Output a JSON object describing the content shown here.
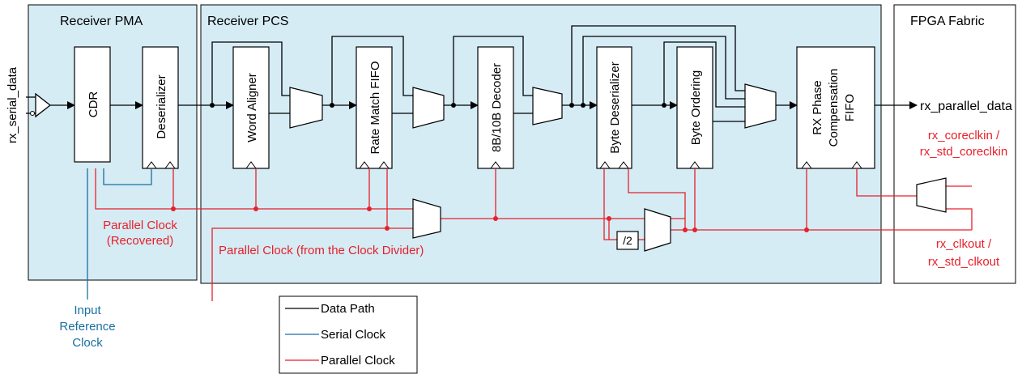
{
  "regions": {
    "pma": "Receiver PMA",
    "pcs": "Receiver PCS",
    "fabric": "FPGA Fabric"
  },
  "blocks": {
    "cdr": "CDR",
    "deserializer": "Deserializer",
    "word_aligner": "Word Aligner",
    "rate_match": "Rate Match FIFO",
    "decoder": "8B/10B Decoder",
    "byte_deserializer": "Byte Deserializer",
    "byte_ordering": "Byte Ordering",
    "rx_phase_l1": "RX Phase",
    "rx_phase_l2": "Compensation",
    "rx_phase_l3": "FIFO",
    "divide_by_two": "/2"
  },
  "signals": {
    "rx_serial_data": "rx_serial_data",
    "rx_parallel_data": "rx_parallel_data",
    "coreclkin_l1": "rx_coreclkin /",
    "coreclkin_l2": "rx_std_coreclkin",
    "clkout_l1": "rx_clkout /",
    "clkout_l2": "rx_std_clkout",
    "parallel_clock_recovered_l1": "Parallel Clock",
    "parallel_clock_recovered_l2": "(Recovered)",
    "parallel_clock_divider": "Parallel Clock (from the Clock Divider)",
    "input_ref_l1": "Input",
    "input_ref_l2": "Reference",
    "input_ref_l3": "Clock"
  },
  "legend": {
    "items": [
      {
        "label": "Data Path",
        "color": "#000000"
      },
      {
        "label": "Serial Clock",
        "color": "#1a6fa0"
      },
      {
        "label": "Parallel Clock",
        "color": "#e8202a"
      }
    ]
  },
  "colors": {
    "region_fill": "#d5ecf5",
    "data_path": "#000000",
    "serial_clock": "#1a6fa0",
    "parallel_clock": "#e8202a"
  }
}
